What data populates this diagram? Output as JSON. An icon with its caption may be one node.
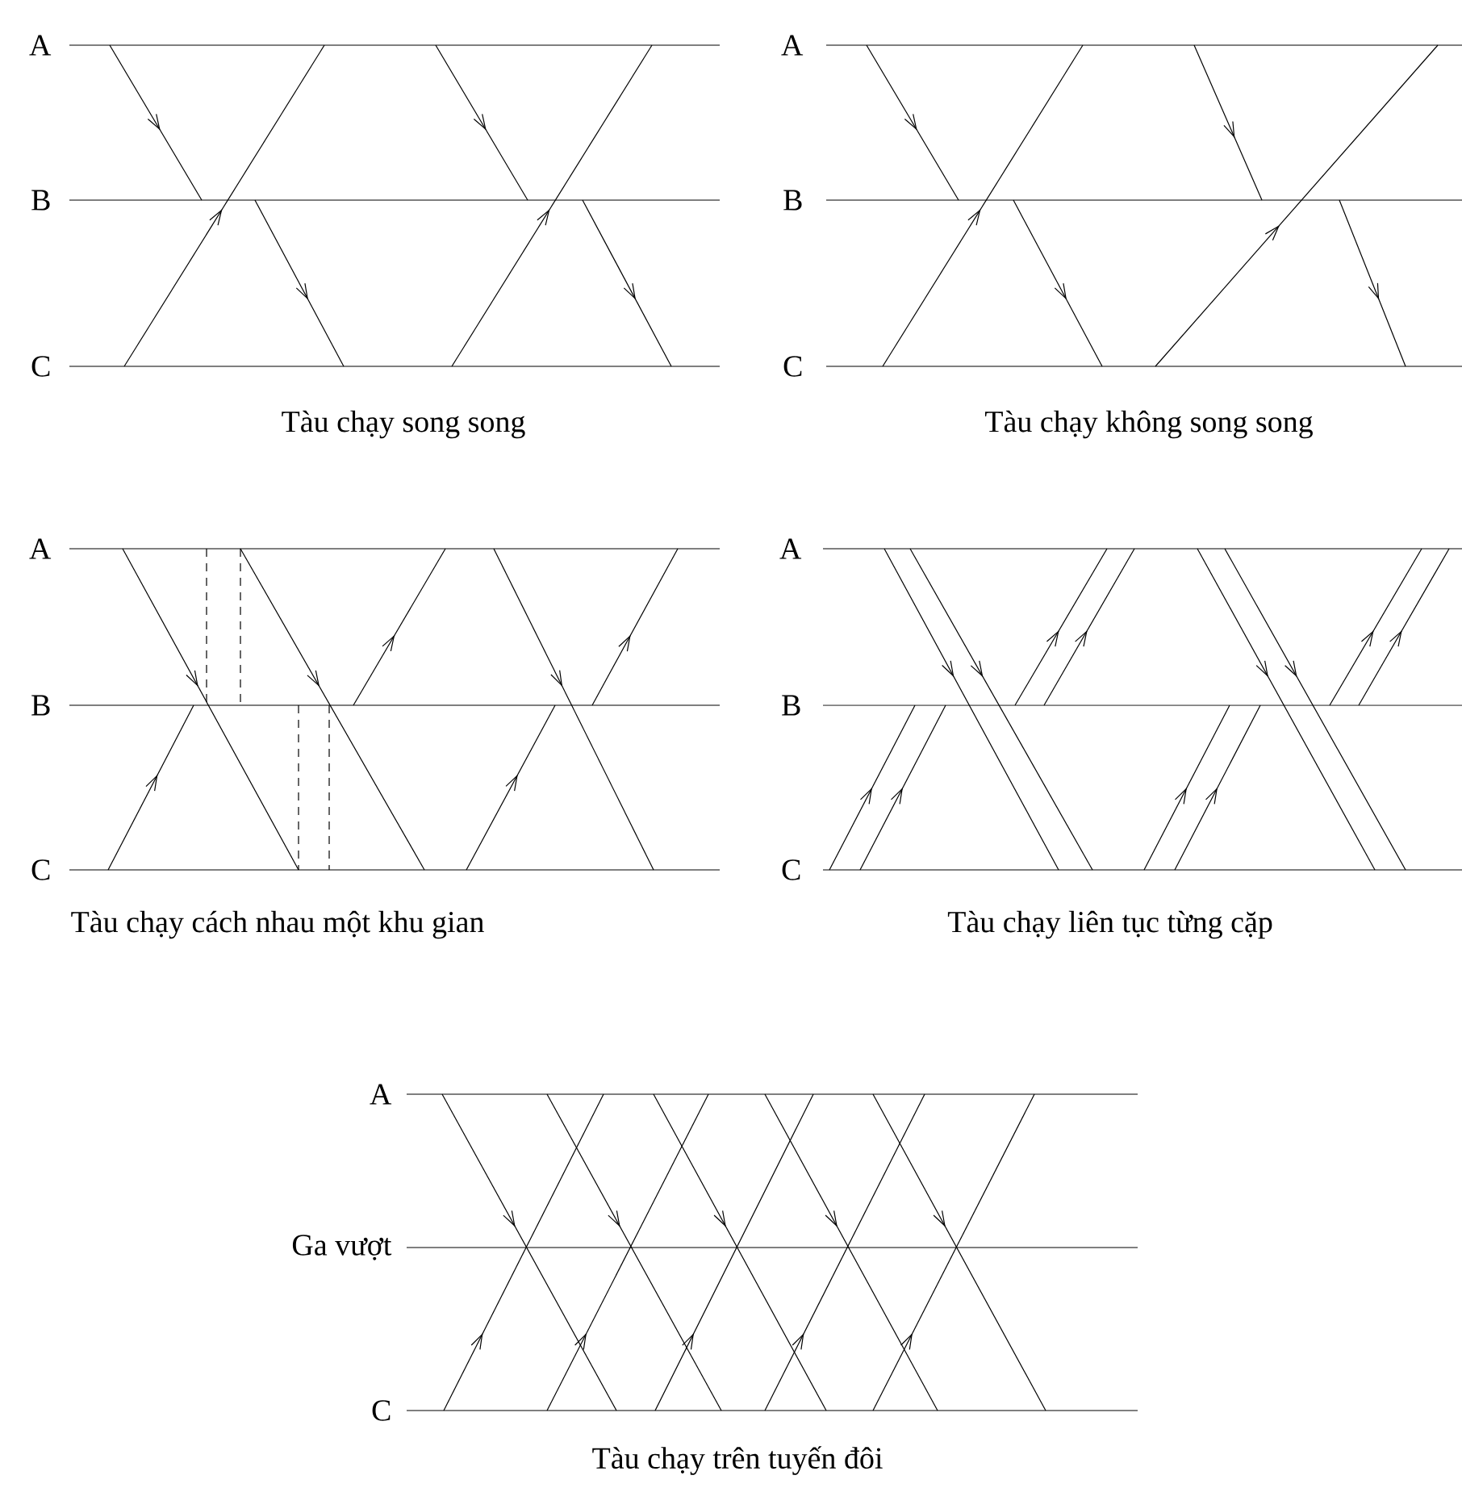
{
  "diagram": {
    "labels": [
      "A",
      "B",
      "C",
      "Tàu chạy song song",
      "A",
      "B",
      "C",
      "Tàu chạy không song song",
      "A",
      "B",
      "C",
      "Tàu chạy cách nhau một khu gian",
      "A",
      "B",
      "C",
      "Tàu chạy liên tục từng cặp",
      "A",
      "Ga vượt",
      "C",
      "Tàu chạy trên tuyến đôi"
    ]
  }
}
